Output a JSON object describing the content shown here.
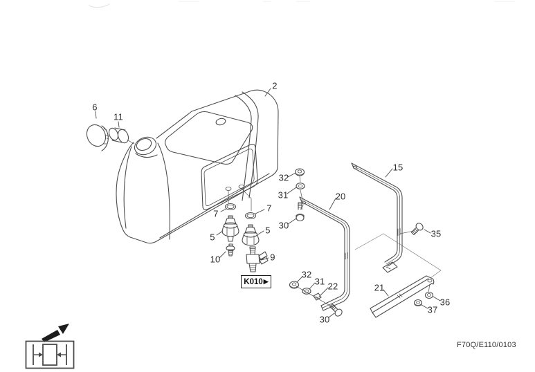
{
  "colors": {
    "background": "#ffffff",
    "line": "#4d4d4d",
    "thin_line": "#6a6a6a",
    "label": "#2e2e2e",
    "icon_black": "#1c1c1c",
    "box_border": "#1c1c1c"
  },
  "ref_box": {
    "label": "K010",
    "arrow": "▶"
  },
  "drawing_code": "F70Q/E110/0103",
  "callouts": [
    {
      "id": "tank",
      "label": "2"
    },
    {
      "id": "filler-cap",
      "label": "6"
    },
    {
      "id": "cap-spacer",
      "label": "11"
    },
    {
      "id": "oring-left",
      "label": "7"
    },
    {
      "id": "oring-right",
      "label": "7"
    },
    {
      "id": "valve-left",
      "label": "5"
    },
    {
      "id": "valve-right",
      "label": "5"
    },
    {
      "id": "drain-fitting",
      "label": "10"
    },
    {
      "id": "fuel-tap",
      "label": "9"
    },
    {
      "id": "nut-upper",
      "label": "32"
    },
    {
      "id": "washer-upper",
      "label": "31"
    },
    {
      "id": "bolt-upper",
      "label": "30"
    },
    {
      "id": "bracket-front",
      "label": "20"
    },
    {
      "id": "bracket-rear",
      "label": "15"
    },
    {
      "id": "bolt-rear",
      "label": "35"
    },
    {
      "id": "mounting-rail",
      "label": "21"
    },
    {
      "id": "foot-clip",
      "label": "22"
    },
    {
      "id": "nut-lower",
      "label": "32"
    },
    {
      "id": "washer-lower",
      "label": "31"
    },
    {
      "id": "bolt-lower",
      "label": "30"
    },
    {
      "id": "washer-rail",
      "label": "36"
    },
    {
      "id": "nut-rail",
      "label": "37"
    }
  ],
  "icons": {
    "direction_arrow": "northeast-arrow-icon",
    "fitment": "clamp-width-icon"
  }
}
